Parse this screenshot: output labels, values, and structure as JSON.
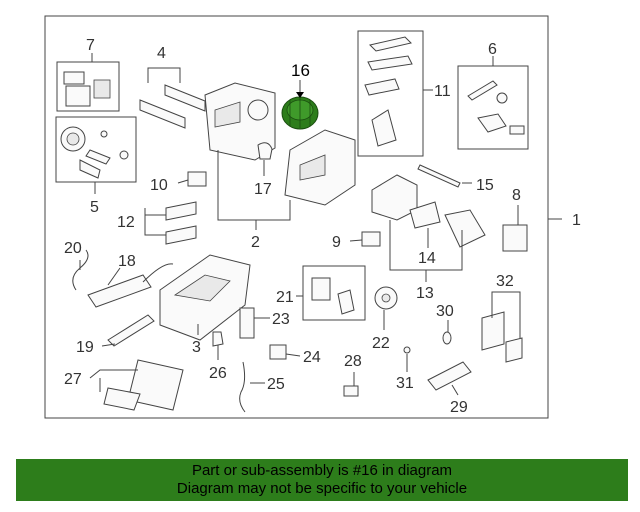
{
  "diagram": {
    "highlighted_callout": "16",
    "callouts": {
      "c1": "1",
      "c2": "2",
      "c3": "3",
      "c4": "4",
      "c5": "5",
      "c6": "6",
      "c7": "7",
      "c8": "8",
      "c9": "9",
      "c10": "10",
      "c11": "11",
      "c12": "12",
      "c13": "13",
      "c14": "14",
      "c15": "15",
      "c16": "16",
      "c17": "17",
      "c18": "18",
      "c19": "19",
      "c20": "20",
      "c21": "21",
      "c22": "22",
      "c23": "23",
      "c24": "24",
      "c25": "25",
      "c26": "26",
      "c27": "27",
      "c28": "28",
      "c29": "29",
      "c30": "30",
      "c31": "31",
      "c32": "32"
    },
    "highlight_color": "#2d7d1b"
  },
  "banner": {
    "line1": "Part or sub-assembly is #16 in diagram",
    "line2": "Diagram may not be specific to your vehicle",
    "background": "#2d7d1b"
  }
}
